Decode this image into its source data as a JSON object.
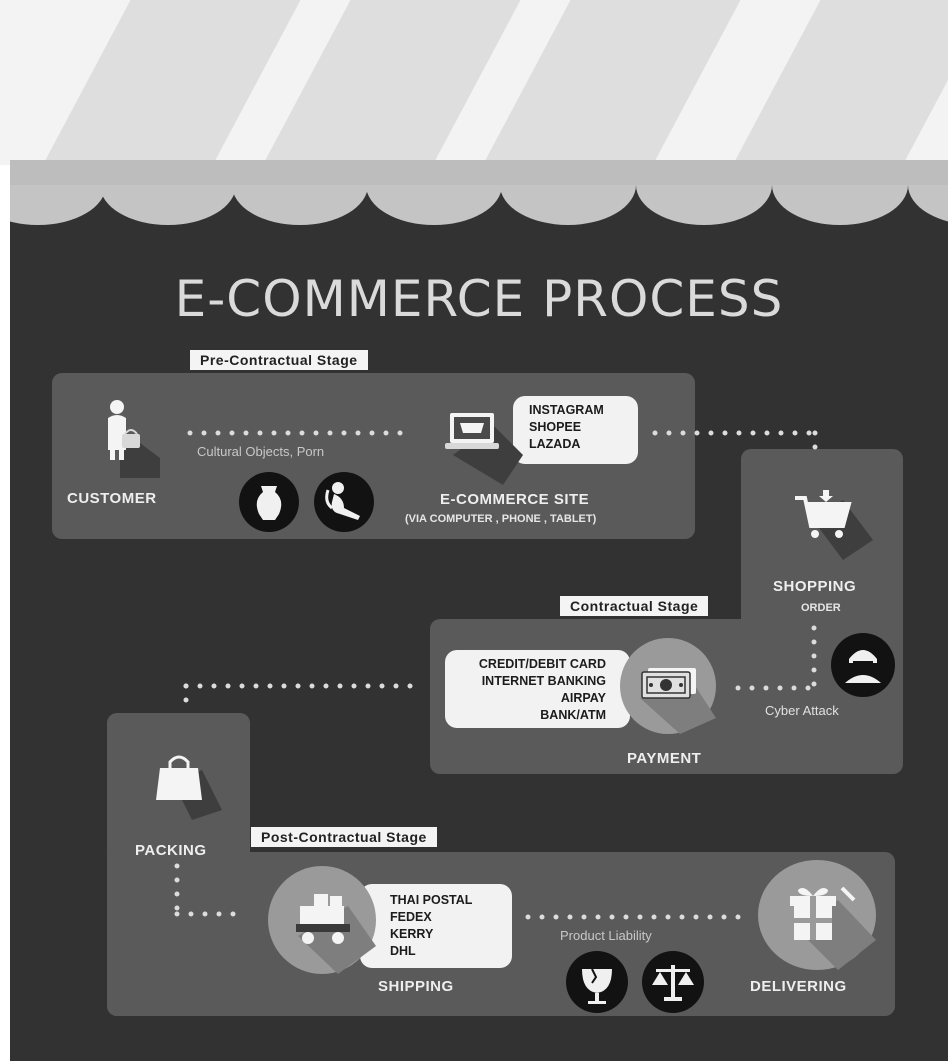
{
  "title": "E-COMMERCE PROCESS",
  "stages": {
    "pre": "Pre-Contractual Stage",
    "contract": "Contractual Stage",
    "post": "Post-Contractual Stage"
  },
  "customer": {
    "label": "CUSTOMER"
  },
  "risk_pre": "Cultural Objects, Porn",
  "site": {
    "label": "E-COMMERCE SITE",
    "sublabel": "(VIA COMPUTER , PHONE , TABLET)",
    "platforms": [
      "INSTAGRAM",
      "SHOPEE",
      "LAZADA"
    ]
  },
  "shopping": {
    "label": "SHOPPING",
    "sub": "ORDER"
  },
  "cyber": "Cyber Attack",
  "payment": {
    "label": "PAYMENT",
    "methods": [
      "CREDIT/DEBIT CARD",
      "INTERNET BANKING",
      "AIRPAY",
      "BANK/ATM"
    ]
  },
  "packing": {
    "label": "PACKING"
  },
  "shipping": {
    "label": "SHIPPING",
    "carriers": [
      "THAI POSTAL",
      "FEDEX",
      "KERRY",
      "DHL"
    ]
  },
  "liability": "Product Liability",
  "delivering": {
    "label": "DELIVERING"
  },
  "colors": {
    "board": "#323232",
    "panel": "#5a5a5a",
    "label_bg": "#f4f4f4",
    "awning": "#bdbdbd"
  },
  "icons": [
    "customer-icon",
    "laptop-cart-icon",
    "vase-icon",
    "pinup-icon",
    "cart-icon",
    "hacker-icon",
    "cash-icon",
    "shopping-bag-icon",
    "truck-icon",
    "fragile-icon",
    "scales-icon",
    "gift-icon"
  ]
}
